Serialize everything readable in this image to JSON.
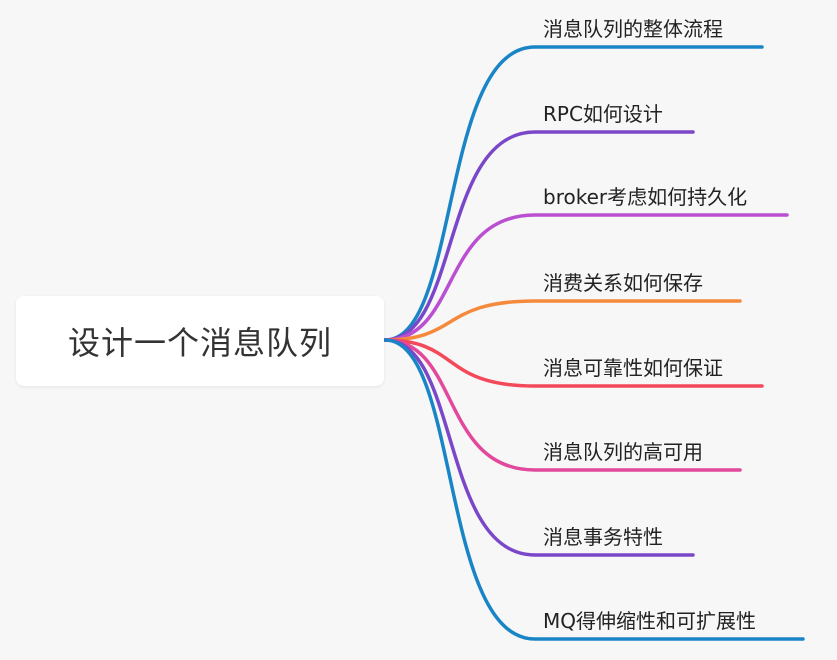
{
  "root": {
    "label": "设计一个消息队列"
  },
  "branches": [
    {
      "label": "消息队列的整体流程",
      "color": "#1a85c6"
    },
    {
      "label": "RPC如何设计",
      "color": "#7a47c8"
    },
    {
      "label": "broker考虑如何持久化",
      "color": "#bb4fd1"
    },
    {
      "label": "消费关系如何保存",
      "color": "#f58a3c"
    },
    {
      "label": "消息可靠性如何保证",
      "color": "#f3495a"
    },
    {
      "label": "消息队列的高可用",
      "color": "#e2489b"
    },
    {
      "label": "消息事务特性",
      "color": "#7a47c8"
    },
    {
      "label": "MQ得伸缩性和可扩展性",
      "color": "#1a85c6"
    }
  ]
}
